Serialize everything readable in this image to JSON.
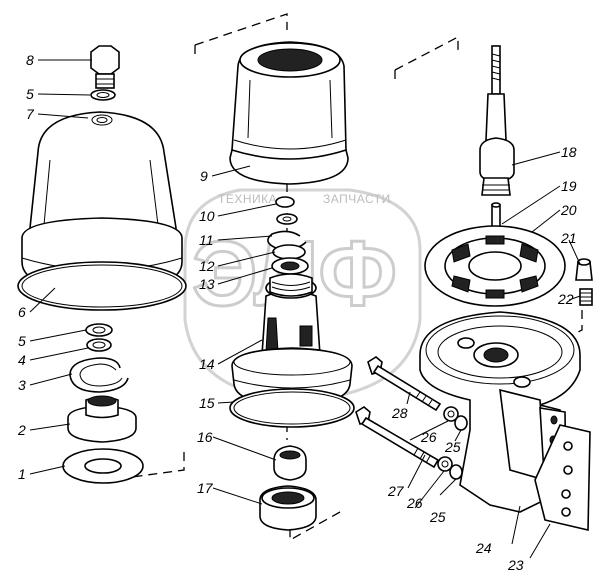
{
  "watermark": {
    "line1": "ТЕХНИКА",
    "line2": "ЗАПЧАСТИ",
    "logo": "ЭЛФ"
  },
  "callouts": [
    "1",
    "2",
    "3",
    "4",
    "5",
    "5",
    "6",
    "7",
    "8",
    "9",
    "10",
    "11",
    "12",
    "13",
    "14",
    "15",
    "16",
    "17",
    "18",
    "19",
    "20",
    "21",
    "22",
    "23",
    "24",
    "25",
    "25",
    "26",
    "26",
    "27",
    "28"
  ]
}
